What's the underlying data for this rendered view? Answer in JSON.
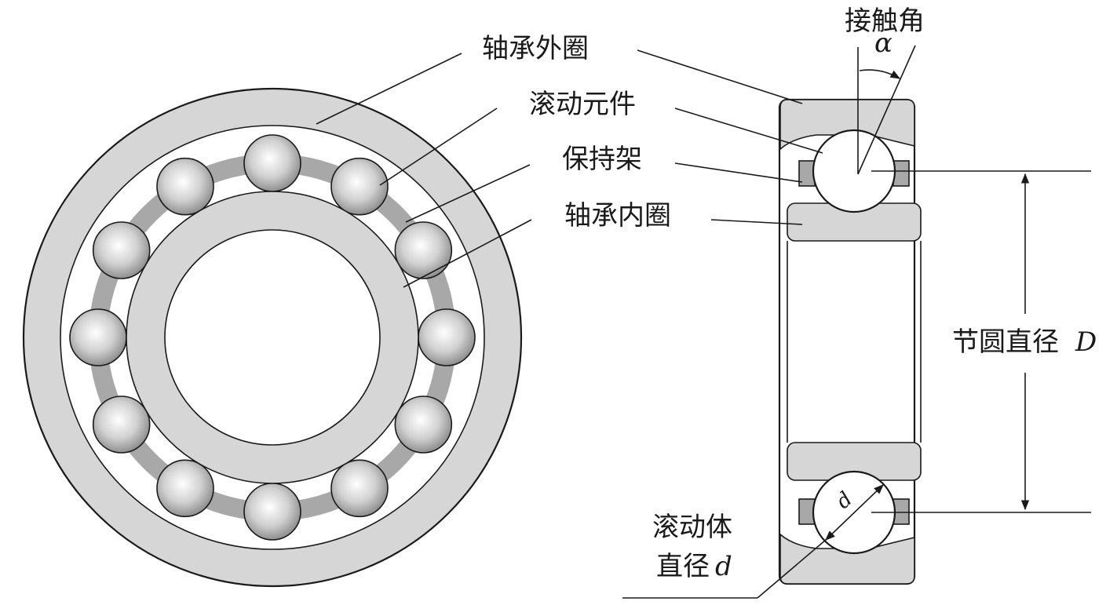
{
  "labels": {
    "outer_ring": "轴承外圈",
    "rolling_element": "滚动元件",
    "cage": "保持架",
    "inner_ring": "轴承内圈",
    "contact_angle": "接触角",
    "alpha": "α",
    "pitch_diameter_text": "节圆直径",
    "pitch_diameter_symbol": "D",
    "ball_diameter_line1": "滚动体",
    "ball_diameter_line2_text": "直径",
    "ball_diameter_symbol": "d",
    "d_inside_ball": "d"
  },
  "colors": {
    "ring_fill": "#d6d6d6",
    "cage_fill": "#a8a8a8",
    "stroke": "#1a1a1a",
    "ball_light": "#ffffff",
    "ball_dark": "#8a8a8a"
  },
  "front_view": {
    "ball_count": 12
  }
}
